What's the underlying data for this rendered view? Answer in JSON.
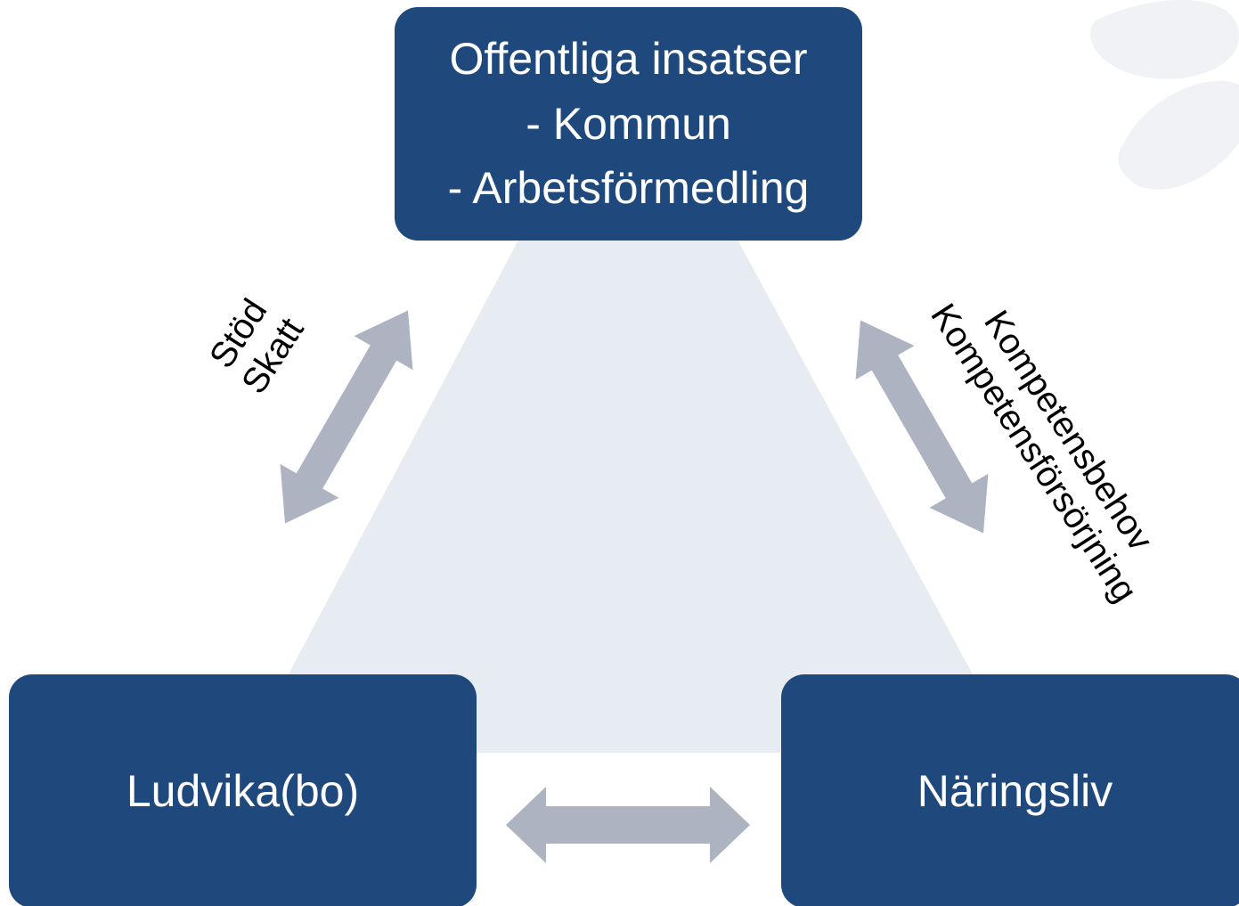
{
  "diagram": {
    "top_node": {
      "lines": [
        "Offentliga insatser",
        "- Kommun",
        "- Arbetsförmedling"
      ]
    },
    "left_node": {
      "label": "Ludvika(bo)"
    },
    "right_node": {
      "label": "Näringsliv"
    },
    "left_edge": {
      "lines": [
        "Stöd",
        "Skatt"
      ]
    },
    "right_edge": {
      "lines": [
        "Kompetensbehov",
        "Kompetensförsörjning"
      ]
    },
    "bottom_edge": {
      "lines": []
    }
  },
  "colors": {
    "node_fill": "#1f497d",
    "node_text": "#ffffff",
    "arrow_fill": "#adb3c1",
    "triangle_fill": "#e7ebf2",
    "decoration_fill": "#f0f2f6"
  }
}
